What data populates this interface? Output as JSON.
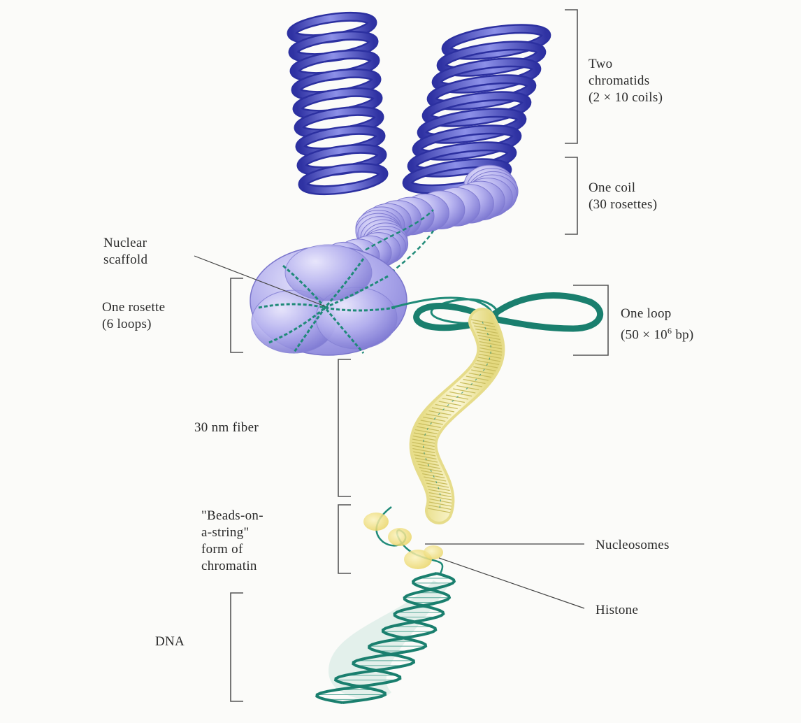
{
  "labels": {
    "two_chromatids": {
      "line1": "Two",
      "line2": "chromatids",
      "line3": "(2 × 10 coils)"
    },
    "one_coil": {
      "line1": "One coil",
      "line2": "(30 rosettes)"
    },
    "nuclear_scaffold": {
      "line1": "Nuclear",
      "line2": "scaffold"
    },
    "one_rosette": {
      "line1": "One rosette",
      "line2": "(6 loops)"
    },
    "one_loop": {
      "line1": "One loop",
      "line2_pre": "(50 × 10",
      "line2_sup": "6",
      "line2_post": " bp)"
    },
    "fiber_30nm": "30 nm fiber",
    "beads_on_string": {
      "line1": "\"Beads-on-",
      "line2": "a-string\"",
      "line3": "form of",
      "line4": "chromatin"
    },
    "nucleosomes": "Nucleosomes",
    "histone": "Histone",
    "dna": "DNA"
  },
  "colors": {
    "chromatid_blue": "#3a3fb0",
    "rosette_lavender": "#a7a3e6",
    "loop_teal": "#1f8a78",
    "fiber_yellow": "#ece4a0",
    "bracket_gray": "#555555"
  }
}
